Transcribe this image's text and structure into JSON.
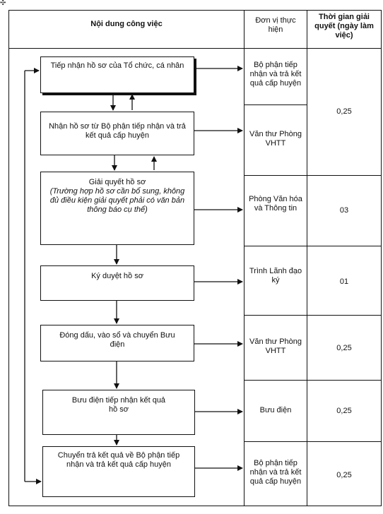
{
  "header": {
    "col1": "Nội dung công việc",
    "col2": "Đơn vị thực hiện",
    "col3": "Thời gian giải quyết (ngày làm việc)"
  },
  "steps": [
    {
      "text": "Tiếp nhận hồ sơ của Tổ chức, cá nhân"
    },
    {
      "text": "Nhận hồ sơ từ  Bộ phận tiếp nhận và trả kết quả cấp huyện"
    },
    {
      "title": "Giải quyết hồ sơ",
      "note": "(Trường hợp hồ sơ cần bổ sung, không đủ điều kiện giải quyết phải có văn bản thông báo cụ thể)"
    },
    {
      "text": "Ký duyệt hồ sơ"
    },
    {
      "text": "Đóng dấu, vào sổ và chuyển Bưu điện"
    },
    {
      "text": "Bưu điện tiếp nhận kết quả hồ sơ"
    },
    {
      "text": "Chuyển trả kết quả về Bộ phận tiếp nhận và trả kết quả cấp huyện"
    }
  ],
  "units": [
    "Bộ phận tiếp nhận và trả kết quả cấp huyện",
    "Văn thư Phòng VHTT",
    "Phòng Văn hóa và Thông tin",
    "Trình Lãnh đạo ký",
    "Văn thư Phòng VHTT",
    "Bưu điện",
    "Bộ phận tiếp nhận và trả kết quả cấp huyện"
  ],
  "times": [
    "0,25",
    "03",
    "01",
    "0,25",
    "0,25",
    "0,25"
  ],
  "icons": {
    "move_handle": "move-cross-icon"
  }
}
